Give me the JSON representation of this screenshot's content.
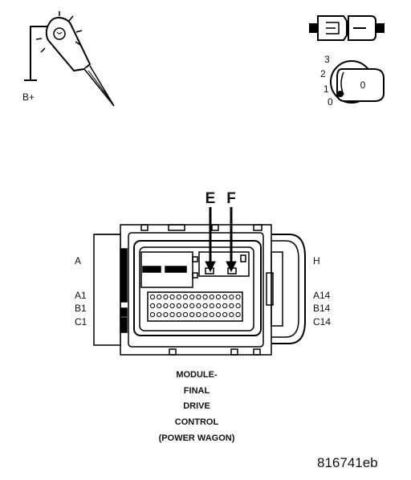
{
  "probe": {
    "label": "B+"
  },
  "ignition": {
    "positions": [
      "3",
      "2",
      "1",
      "0"
    ],
    "key_mark": "0"
  },
  "connector": {
    "pin_labels_left": [
      "A",
      "A1",
      "B1",
      "C1"
    ],
    "pin_labels_right": [
      "H",
      "A14",
      "B14",
      "C14"
    ],
    "callouts": [
      "E",
      "F"
    ],
    "caption_lines": [
      "MODULE-",
      "FINAL",
      "DRIVE",
      "CONTROL",
      "(POWER WAGON)"
    ]
  },
  "figure_id": "816741eb"
}
